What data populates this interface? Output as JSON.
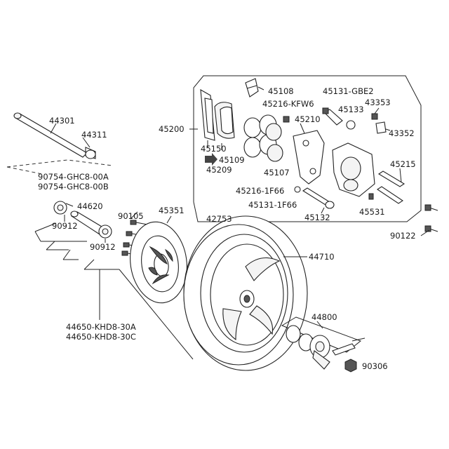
{
  "labels": {
    "p44301": "44301",
    "p44311": "44311",
    "p90754a": "90754-GHC8-00A",
    "p90754b": "90754-GHC8-00B",
    "p44620": "44620",
    "p90912a": "90912",
    "p90912b": "90912",
    "p90105": "90105",
    "p45351": "45351",
    "p42753": "42753",
    "p44710": "44710",
    "p44650a": "44650-KHD8-30A",
    "p44650b": "44650-KHD8-30C",
    "p44800": "44800",
    "p90306": "90306",
    "p90122": "90122",
    "p45200": "45200",
    "p45108": "45108",
    "p45131gbe2": "45131-GBE2",
    "p45216kfw6": "45216-KFW6",
    "p45133": "45133",
    "p43353": "43353",
    "p43352": "43352",
    "p45210": "45210",
    "p45150": "45150",
    "p45109": "45109",
    "p45209": "45209",
    "p45107": "45107",
    "p45215": "45215",
    "p45216_1f66": "45216-1F66",
    "p45131_1f66": "45131-1F66",
    "p45132": "45132",
    "p45531": "45531"
  },
  "icons": {
    "pointer": "arrow-pointer-icon"
  }
}
